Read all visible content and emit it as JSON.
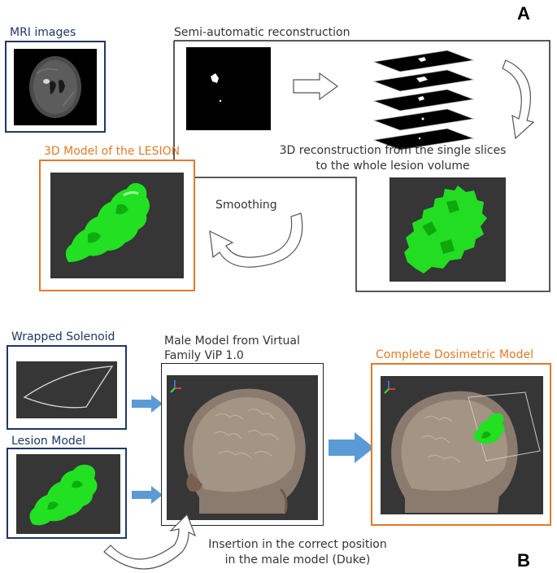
{
  "panel_a": {
    "letter": "A",
    "mri_label": "MRI images",
    "semi_label": "Semi-automatic reconstruction",
    "model_label": "3D Model of the LESION",
    "smoothing_label": "Smoothing",
    "recon_caption_line1": "3D reconstruction from the single slices",
    "recon_caption_line2": "to the whole lesion volume"
  },
  "panel_b": {
    "letter": "B",
    "solenoid_label": "Wrapped Solenoid",
    "lesion_label": "Lesion Model",
    "male_label_line1": "Male Model from Virtual",
    "male_label_line2": "Family ViP 1.0",
    "complete_label": "Complete Dosimetric Model",
    "insertion_line1": "Insertion in the correct position",
    "insertion_line2": "in the male model (Duke)"
  },
  "colors": {
    "blue_border": "#1f3864",
    "orange_border": "#e07b2a",
    "arrow_blue": "#5b9bd5",
    "lesion_green": "#22dd22",
    "dark_bg": "#363636"
  }
}
